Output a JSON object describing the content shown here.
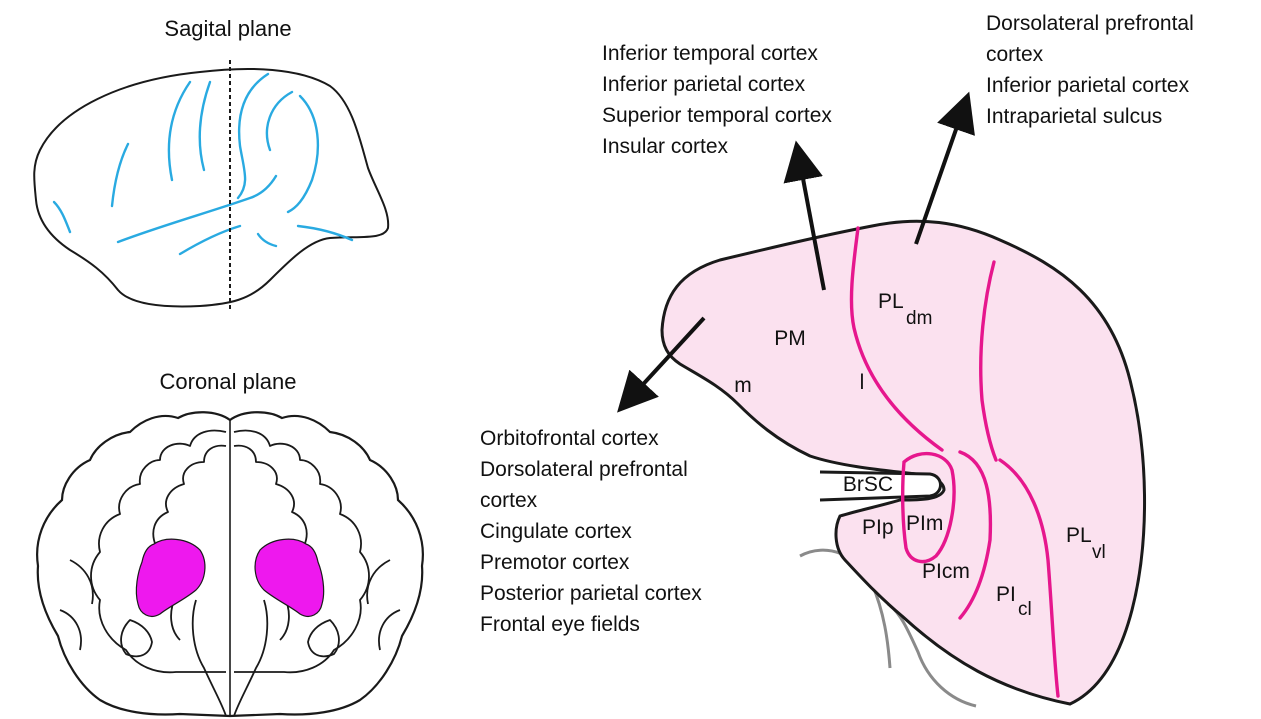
{
  "panels": {
    "sagittal_title": "Sagital plane",
    "coronal_title": "Coronal plane"
  },
  "pulvinar": {
    "regions": {
      "pm": "PM",
      "pl_dm_main": "PL",
      "pl_dm_sub": "dm",
      "m": "m",
      "l": "l",
      "brsc": "BrSC",
      "pip": "PIp",
      "pim": "PIm",
      "picm": "PIcm",
      "pi_cl_main": "PI",
      "pi_cl_sub": "cl",
      "pl_vl_main": "PL",
      "pl_vl_sub": "vl"
    }
  },
  "projections": {
    "top_middle": [
      "Inferior temporal cortex",
      "Inferior parietal cortex",
      "Superior temporal cortex",
      "Insular cortex"
    ],
    "top_right": [
      "Dorsolateral prefrontal",
      "cortex",
      "Inferior parietal cortex",
      "Intraparietal sulcus"
    ],
    "bottom_left": [
      "Orbitofrontal cortex",
      "Dorsolateral prefrontal",
      "cortex",
      "Cingulate cortex",
      "Premotor cortex",
      "Posterior parietal cortex",
      "Frontal eye fields"
    ]
  },
  "colors": {
    "sulcus": "#29aae1",
    "pulvinar_fill": "#fbe1ef",
    "border_magenta": "#e6178d",
    "coronal_pulvinar": "#ee18ee",
    "brainstem_gray": "#8a8a8a"
  }
}
